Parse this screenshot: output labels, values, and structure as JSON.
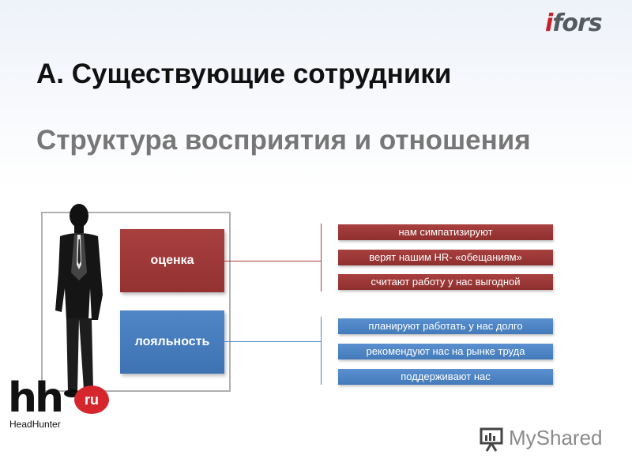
{
  "brand": {
    "name": "ifors",
    "accent_color": "#c8202b"
  },
  "title": "А. Существующие сотрудники",
  "subtitle": "Структура восприятия и отношения",
  "diagram": {
    "groups": [
      {
        "label": "оценка",
        "color": "#a13b3a",
        "items": [
          "нам симпатизируют",
          "верят нашим HR- «обещаниям»",
          "считают работу у нас выгодной"
        ]
      },
      {
        "label": "лояльность",
        "color": "#4a80c0",
        "items": [
          "планируют работать у нас долго",
          "рекомендуют нас на рынке труда",
          "поддерживают нас"
        ]
      }
    ]
  },
  "partner_logo": {
    "letters": "hh",
    "badge": "ru",
    "name": "HeadHunter",
    "color": "#d6262d"
  },
  "watermark": {
    "text": "MyShared"
  }
}
